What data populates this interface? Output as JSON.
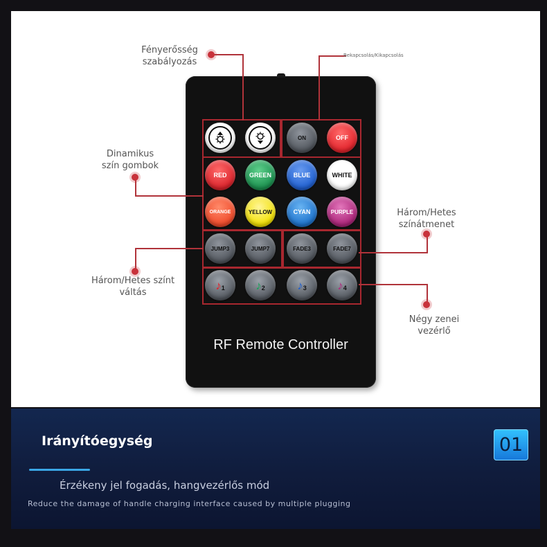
{
  "callouts": {
    "brightness": "Fényerősség\nszabályozás",
    "power": "Bekapcsolás/Kikapcsolás",
    "dynamic_colors": "Dinamikus\nszín gombok",
    "fade_transition": "Három/Hetes\nszínátmenet",
    "jump_change": "Három/Hetes színt\nváltás",
    "music_control": "Négy zenei\nvezérlő"
  },
  "remote": {
    "label": "RF Remote Controller",
    "buttons": {
      "brightness_up": {
        "icon": "brightness-up-icon"
      },
      "brightness_down": {
        "icon": "brightness-down-icon"
      },
      "on": "ON",
      "off": "OFF",
      "red": "RED",
      "green": "GREEN",
      "blue": "BLUE",
      "white": "WHITE",
      "orange": "ORANGE",
      "yellow": "YELLOW",
      "cyan": "CYAN",
      "purple": "PURPLE",
      "jump3": "JUMP3",
      "jump7": "JUMP7",
      "fade3": "FADE3",
      "fade7": "FADE7",
      "music1": "1",
      "music2": "2",
      "music3": "3",
      "music4": "4"
    },
    "colors": {
      "off": "#e2232b",
      "red": "#e0262c",
      "green": "#1fa35a",
      "blue": "#1f5fd0",
      "white": "#ffffff",
      "orange": "#f0502c",
      "yellow": "#f5e400",
      "cyan": "#1d7fd4",
      "purple": "#b2287e",
      "accent": "#a8272f"
    }
  },
  "bottom": {
    "title": "Irányítóegység",
    "subtitle": "Érzékeny jel fogadás, hangvezérlős mód",
    "english": "Reduce the damage of handle charging interface caused by multiple plugging",
    "badge": "01"
  }
}
